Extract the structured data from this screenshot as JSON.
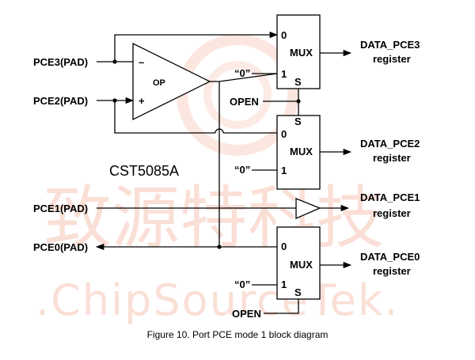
{
  "caption": "Figure 10. Port PCE mode 1 block diagram",
  "part_label": "CST5085A",
  "watermark": {
    "chinese": "致源特科技",
    "english": ".ChipSourceTek.",
    "color": "#f6b9a6"
  },
  "pads": {
    "pce3": "PCE3(PAD)",
    "pce2": "PCE2(PAD)",
    "pce1": "PCE1(PAD)",
    "pce0": "PCE0(PAD)"
  },
  "op_amp": {
    "label": "OP",
    "minus": "–",
    "plus": "+"
  },
  "mux_top": {
    "label": "MUX",
    "in0": "0",
    "in1": "1",
    "sel": "S",
    "const": "“0”"
  },
  "mux_mid": {
    "label": "MUX",
    "in0": "0",
    "in1": "1",
    "sel": "S",
    "const": "“0”"
  },
  "mux_bot": {
    "label": "MUX",
    "in0": "0",
    "in1": "1",
    "sel": "S",
    "const": "“0”"
  },
  "open_top": "OPEN",
  "open_bot": "OPEN",
  "outputs": {
    "pce3": {
      "name": "DATA_PCE3",
      "reg": "register"
    },
    "pce2": {
      "name": "DATA_PCE2",
      "reg": "register"
    },
    "pce1": {
      "name": "DATA_PCE1",
      "reg": "register"
    },
    "pce0": {
      "name": "DATA_PCE0",
      "reg": "register"
    }
  }
}
